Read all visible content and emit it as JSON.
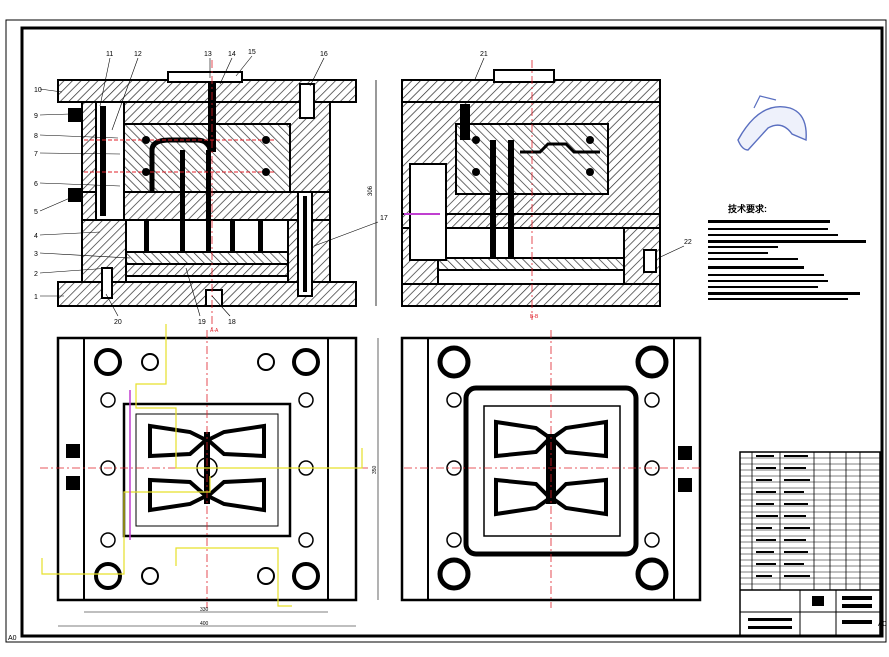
{
  "sheet": {
    "size_label": "A0"
  },
  "part_labels": [
    "1",
    "2",
    "3",
    "4",
    "5",
    "6",
    "7",
    "8",
    "9",
    "10",
    "11",
    "12",
    "13",
    "14",
    "15",
    "16",
    "17",
    "18",
    "19",
    "20",
    "21",
    "22"
  ],
  "section_label": "A-A",
  "section_label_right": "B-B",
  "tech_requirements": {
    "title": "技术要求:"
  },
  "dimensions": {
    "plate_width": "330",
    "overall_width": "400",
    "plate_height": "350",
    "mold_height": "306"
  },
  "colors": {
    "outline": "#000000",
    "centerline": "#e0202a",
    "runner": "#e6e02a",
    "cooling": "#c03fd0",
    "hatch": "#2a2a2a",
    "part_sketch": "#5a6fc0"
  }
}
